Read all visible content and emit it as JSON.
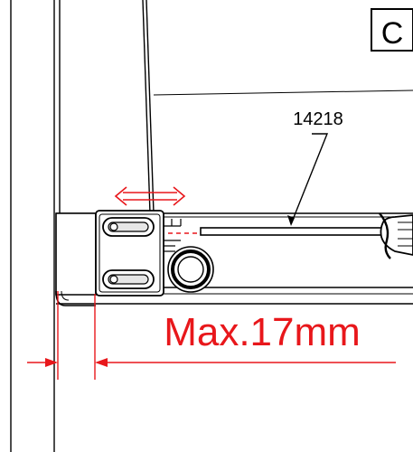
{
  "diagram": {
    "section_label": "C",
    "part_number": "14218",
    "max_distance_label": "Max.17mm",
    "colors": {
      "line": "#000000",
      "annotation": "#e8171b",
      "background": "#ffffff",
      "slot_fill": "#e6e6e6"
    }
  }
}
